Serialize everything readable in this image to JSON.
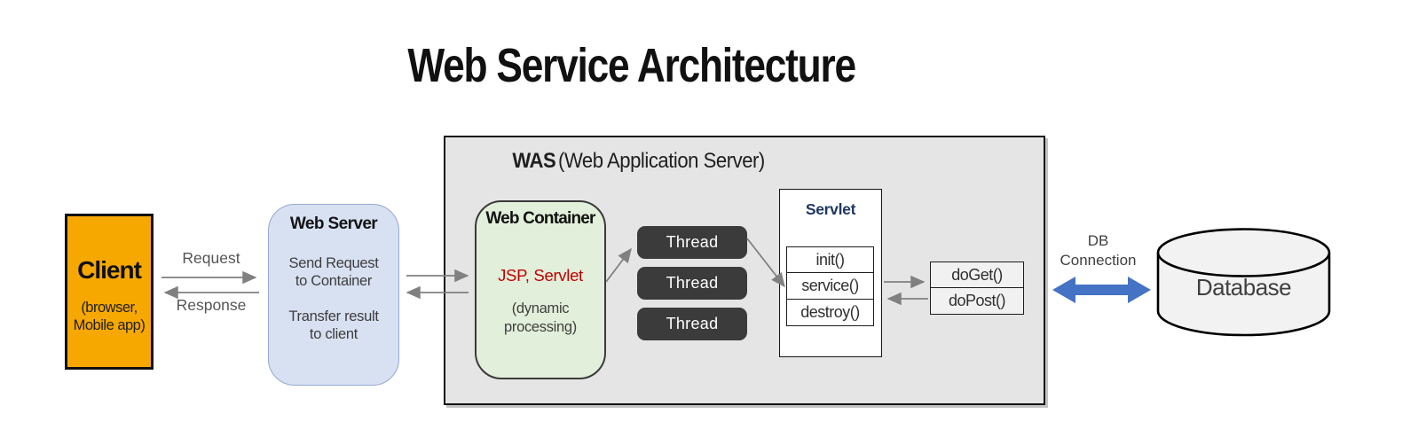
{
  "title": "Web Service Architecture",
  "client": {
    "name": "Client",
    "subtitle": "(browser,\nMobile app)"
  },
  "arrows": {
    "request": "Request",
    "response": "Response"
  },
  "web_server": {
    "title": "Web Server",
    "body1": "Send Request\nto Container",
    "body2": "Transfer result\nto client"
  },
  "was": {
    "abbr": "WAS",
    "full": "(Web Application Server)"
  },
  "web_container": {
    "title": "Web Container",
    "tech": "JSP, Servlet",
    "note": "(dynamic\nprocessing)"
  },
  "threads": [
    "Thread",
    "Thread",
    "Thread"
  ],
  "servlet": {
    "title": "Servlet",
    "methods": [
      "init()",
      "service()",
      "destroy()"
    ]
  },
  "handlers": [
    "doGet()",
    "doPost()"
  ],
  "db": {
    "connection": "DB\nConnection",
    "database": "Database"
  },
  "colors": {
    "client_fill": "#F7A800",
    "web_server_fill": "#D8E1F2",
    "web_server_border": "#93A9CE",
    "was_fill": "#E5E5E5",
    "web_container_fill": "#E2EFDA",
    "thread_fill": "#3B3B3B",
    "handler_fill": "#F1F1F1",
    "servlet_title_text": "#1F3864",
    "jsp_servlet_text": "#C00000",
    "connector_gray": "#808080",
    "db_arrow_blue": "#4472C4",
    "database_fill": "#F2F2F2"
  }
}
